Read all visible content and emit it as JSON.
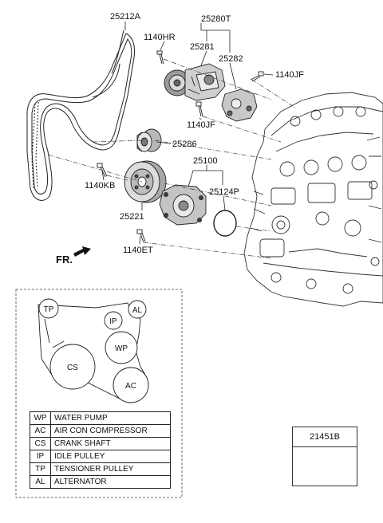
{
  "parts": {
    "belt": "25212A",
    "bolt_hr": "1140HR",
    "tensioner_assy": "25280T",
    "tensioner": "25281",
    "bracket": "25282",
    "bolt_jf_right": "1140JF",
    "bolt_jf_lower": "1140JF",
    "idler": "25286",
    "bolt_kb": "1140KB",
    "water_pump_assy": "25100",
    "gasket": "25124P",
    "wp_pulley": "25221",
    "bolt_et": "1140ET",
    "direction": "FR."
  },
  "belt_diagram": {
    "pulleys": [
      "TP",
      "IP",
      "AL",
      "WP",
      "CS",
      "AC"
    ]
  },
  "legend": [
    {
      "abbr": "WP",
      "desc": "WATER PUMP"
    },
    {
      "abbr": "AC",
      "desc": "AIR CON COMPRESSOR"
    },
    {
      "abbr": "CS",
      "desc": "CRANK SHAFT"
    },
    {
      "abbr": "IP",
      "desc": "IDLE PULLEY"
    },
    {
      "abbr": "TP",
      "desc": "TENSIONER PULLEY"
    },
    {
      "abbr": "AL",
      "desc": "ALTERNATOR"
    }
  ],
  "side_part": {
    "number": "21451B"
  }
}
